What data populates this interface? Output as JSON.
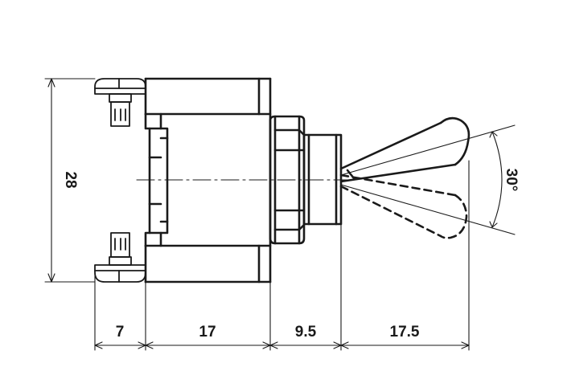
{
  "dimensions": {
    "height": "28",
    "segment_1": "7",
    "segment_2": "17",
    "segment_3": "9.5",
    "segment_4": "17.5",
    "angle": "30°"
  }
}
